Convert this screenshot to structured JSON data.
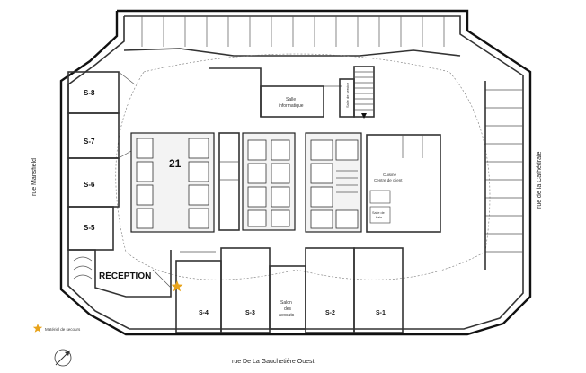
{
  "rooms": {
    "s8": "S-8",
    "s7": "S-7",
    "s6": "S-6",
    "s5": "S-5",
    "s4": "S-4",
    "s3": "S-3",
    "s2": "S-2",
    "s1": "S-1",
    "reception": "RÉCEPTION",
    "floor": "21",
    "salle_informatique_1": "Salle",
    "salle_informatique_2": "informatique",
    "salon_avocats_1": "Salon",
    "salon_avocats_2": "des",
    "salon_avocats_3": "avocats",
    "cuisine_1": "Cuisine",
    "cuisine_2": "Centre de client",
    "salle_service": "Salle de service",
    "bain_1": "Salle de",
    "bain_2": "bain"
  },
  "streets": {
    "west": "rue Mansfield",
    "east": "rue de la Cathédrale",
    "south": "rue De La Gauchetière Ouest"
  },
  "legend": {
    "label": "Matériel de secours",
    "star_color": "#e8a31a"
  }
}
